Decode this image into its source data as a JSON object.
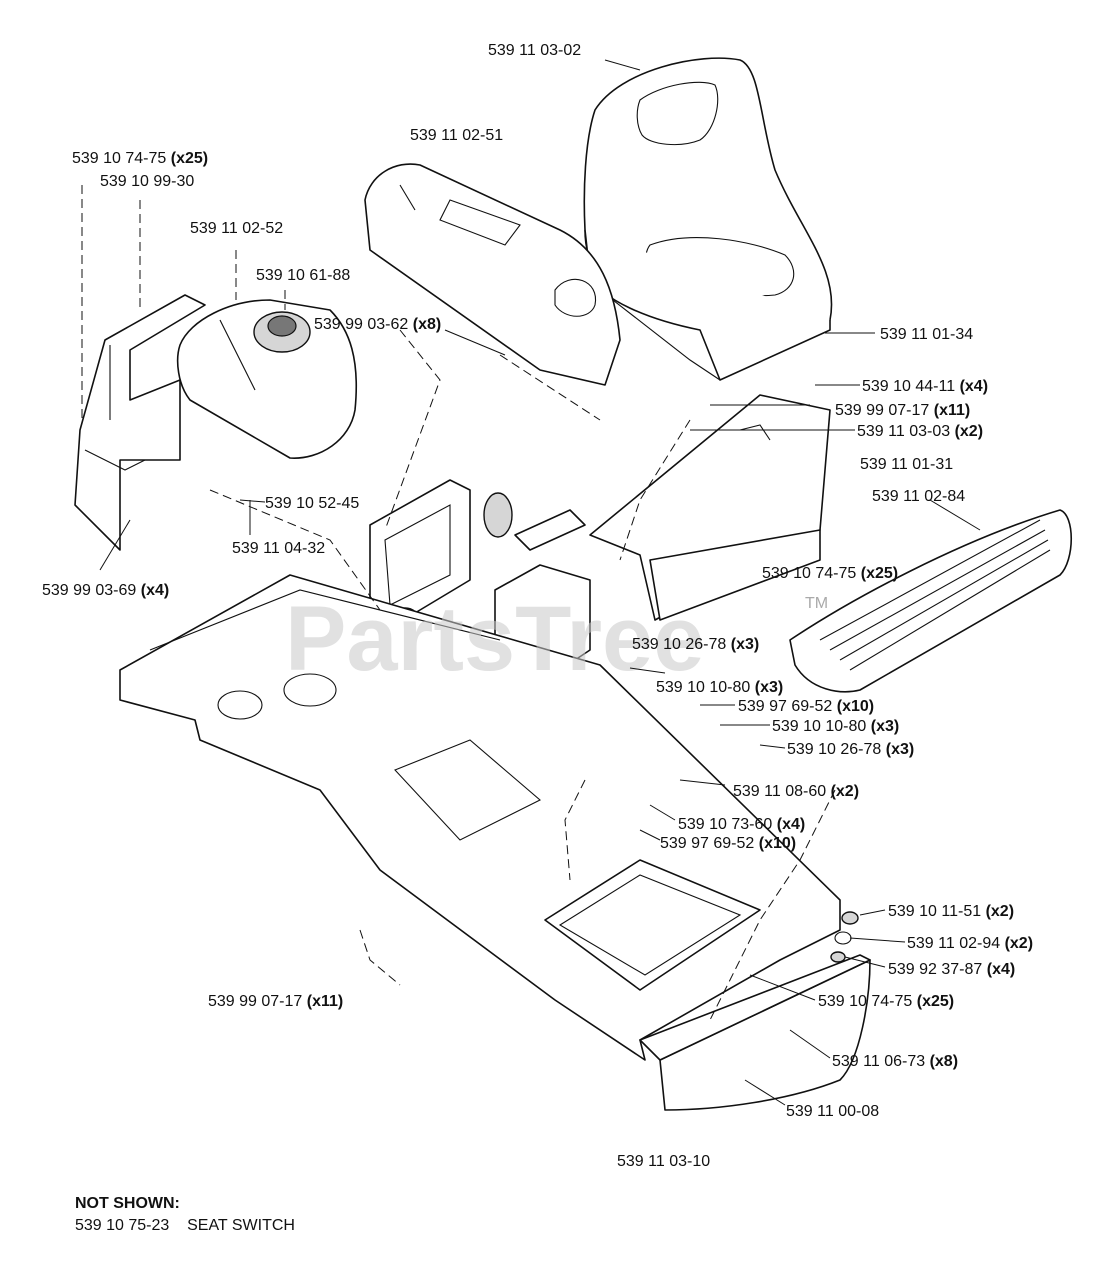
{
  "watermark": {
    "text": "PartsTree",
    "tm": "TM"
  },
  "labels": [
    {
      "id": "seat",
      "part": "539 11 03-02",
      "qty": ""
    },
    {
      "id": "screw-x25-a",
      "part": "539 10 74-75",
      "qty": "(x25)"
    },
    {
      "id": "bracket-left",
      "part": "539 10 99-30",
      "qty": ""
    },
    {
      "id": "fender-top",
      "part": "539 11 02-51",
      "qty": ""
    },
    {
      "id": "fuel-tank",
      "part": "539 11 02-52",
      "qty": ""
    },
    {
      "id": "fuel-cap",
      "part": "539 10 61-88",
      "qty": ""
    },
    {
      "id": "nut-x8",
      "part": "539 99 03-62",
      "qty": "(x8)"
    },
    {
      "id": "seat-bracket",
      "part": "539 11 01-34",
      "qty": ""
    },
    {
      "id": "knob-x4",
      "part": "539 10 44-11",
      "qty": "(x4)"
    },
    {
      "id": "nut-x11-a",
      "part": "539 99 07-17",
      "qty": "(x11)"
    },
    {
      "id": "clip-x2",
      "part": "539 11 03-03",
      "qty": "(x2)"
    },
    {
      "id": "seat-pan",
      "part": "539 11 01-31",
      "qty": ""
    },
    {
      "id": "grommet",
      "part": "539 10 52-45",
      "qty": ""
    },
    {
      "id": "footrest",
      "part": "539 11 02-84",
      "qty": ""
    },
    {
      "id": "pin",
      "part": "539 11 04-32",
      "qty": ""
    },
    {
      "id": "screw-x4-left",
      "part": "539 99 03-69",
      "qty": "(x4)"
    },
    {
      "id": "screw-x25-b",
      "part": "539 10 74-75",
      "qty": "(x25)"
    },
    {
      "id": "clip-x3-a",
      "part": "539 10 26-78",
      "qty": "(x3)"
    },
    {
      "id": "switch-x3-a",
      "part": "539 10 10-80",
      "qty": "(x3)"
    },
    {
      "id": "screw-x10-a",
      "part": "539 97 69-52",
      "qty": "(x10)"
    },
    {
      "id": "switch-x3-b",
      "part": "539 10 10-80",
      "qty": "(x3)"
    },
    {
      "id": "clip-x3-b",
      "part": "539 10 26-78",
      "qty": "(x3)"
    },
    {
      "id": "plate-x2",
      "part": "539 11 08-60",
      "qty": "(x2)"
    },
    {
      "id": "spring-x4",
      "part": "539 10 73-60",
      "qty": "(x4)"
    },
    {
      "id": "screw-x10-b",
      "part": "539 97 69-52",
      "qty": "(x10)"
    },
    {
      "id": "washer-x2-a",
      "part": "539 10 11-51",
      "qty": "(x2)"
    },
    {
      "id": "washer-x2-b",
      "part": "539 11 02-94",
      "qty": "(x2)"
    },
    {
      "id": "nut-x4",
      "part": "539 92 37-87",
      "qty": "(x4)"
    },
    {
      "id": "nut-x11-b",
      "part": "539 99 07-17",
      "qty": "(x11)"
    },
    {
      "id": "screw-x25-c",
      "part": "539 10 74-75",
      "qty": "(x25)"
    },
    {
      "id": "bolt-x8",
      "part": "539 11 06-73",
      "qty": "(x8)"
    },
    {
      "id": "front-panel",
      "part": "539 11 00-08",
      "qty": ""
    },
    {
      "id": "frame",
      "part": "539 11 03-10",
      "qty": ""
    }
  ],
  "not_shown": {
    "title": "NOT SHOWN:",
    "items": [
      {
        "part": "539 10 75-23",
        "description": "SEAT SWITCH"
      }
    ]
  }
}
